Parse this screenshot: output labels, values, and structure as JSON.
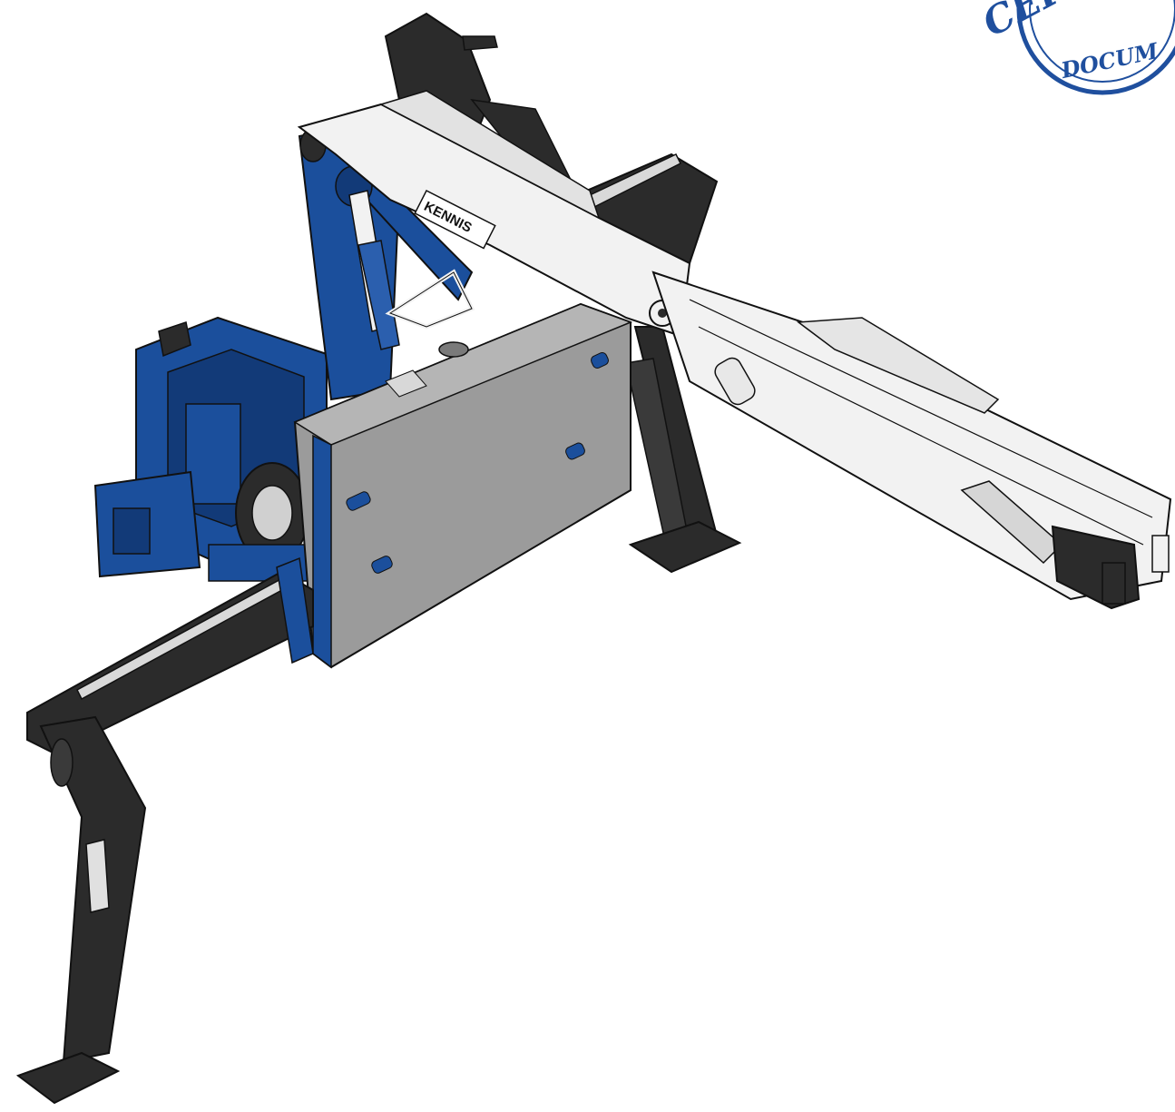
{
  "illustration": {
    "decal_label": "KENNIS"
  },
  "stamp": {
    "top_text": "CER",
    "bottom_text": "DOCUM"
  },
  "colors": {
    "frame_blue": "#1b4f9c",
    "frame_blue_dark": "#123a78",
    "boom_white": "#f2f2f2",
    "housing_grey": "#9b9b9b",
    "steel_black": "#2b2b2b",
    "outline": "#111111",
    "stamp_blue": "#1f4f9e"
  }
}
